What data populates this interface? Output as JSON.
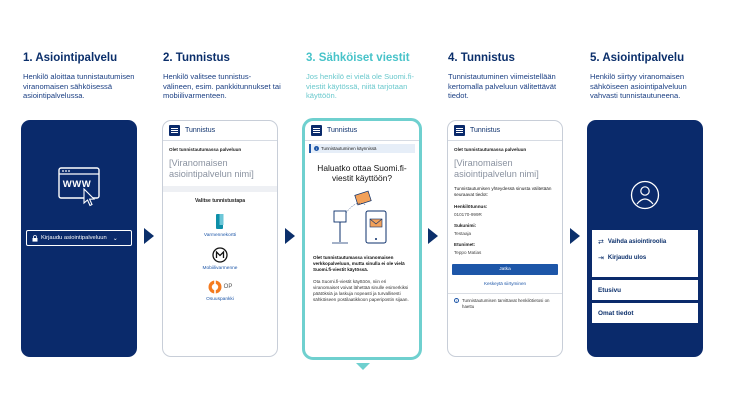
{
  "steps": [
    {
      "title": "1. Asiointipalvelu",
      "desc": "Henkilö aloittaa tunnistautumisen viranomaisen sähköisessä asiointipalvelussa."
    },
    {
      "title": "2. Tunnistus",
      "desc": "Henkilö valitsee tunnistus-välineen, esim. pankkitunnukset tai mobiilivarmenteen."
    },
    {
      "title": "3. Sähköiset viestit",
      "desc": "Jos henkilö ei vielä ole Suomi.fi-viestit käytössä, niitä tarjotaan käyttöön."
    },
    {
      "title": "4. Tunnistus",
      "desc": "Tunnistautuminen viimeistellään kertomalla palveluun välitettävät tiedot."
    },
    {
      "title": "5. Asiointipalvelu",
      "desc": "Henkilö siirtyy viranomaisen sähköiseen asiointipalveluun vahvasti tunnistautuneena."
    }
  ],
  "phone1": {
    "www": "WWW",
    "login_label": "Kirjaudu asiointipalveluun"
  },
  "phone2": {
    "header": "Tunnistus",
    "service_label": "Olet tunnistautumassa palveluun",
    "service_name": "[Viranomaisen asiointipalvelun nimi]",
    "choose_label": "Valitse tunnistustapa",
    "methods": [
      "Varmennekortti",
      "Mobiilivarmenne",
      "Osuuspankki"
    ],
    "op_text": "OP"
  },
  "phone3": {
    "header": "Tunnistus",
    "info_bar": "Tunnistautuminen käynnissä",
    "question": "Haluatko ottaa Suomi.fi-viestit käyttöön?",
    "body_bold": "Olet tunnistautumassa viranomaisen verkkopalveluun, mutta sinulla ei ole vielä Suomi.fi-viestit käytössä.",
    "body_text": "Ota Suomi.fi-viestit käyttöön, niin eri viranomaiset voivat lähettää sinulle esimerkiksi päätöksiä ja laskuja nopeasti ja turvallisesti sähköiseen postilaatikkoon paperipostin sijaan."
  },
  "phone4": {
    "header": "Tunnistus",
    "service_label": "Olet tunnistautumassa palveluun",
    "service_name": "[Viranomaisen asiointipalvelun nimi]",
    "info": "Tunnistautumisen yhteydessä sinusta välitetään seuraavat tiedot:",
    "fields": [
      {
        "label": "Henkilötunnus:",
        "value": "010170-999R"
      },
      {
        "label": "Sukunimi:",
        "value": "Testaaja"
      },
      {
        "label": "Etunimet:",
        "value": "Teppo Matias"
      }
    ],
    "continue_btn": "Jatka",
    "cancel_link": "Keskeytä siirtyminen",
    "footer_note": "Tunnistautumisen tarvittavat henkilötietosi on haettu"
  },
  "phone5": {
    "menu": [
      "Vaihda asiointiroolia",
      "Kirjaudu ulos"
    ],
    "links": [
      "Etusivu",
      "Omat tiedot"
    ]
  },
  "colors": {
    "navy": "#0a2a6b",
    "teal": "#6fd0cf",
    "blue_btn": "#1d56a8"
  }
}
